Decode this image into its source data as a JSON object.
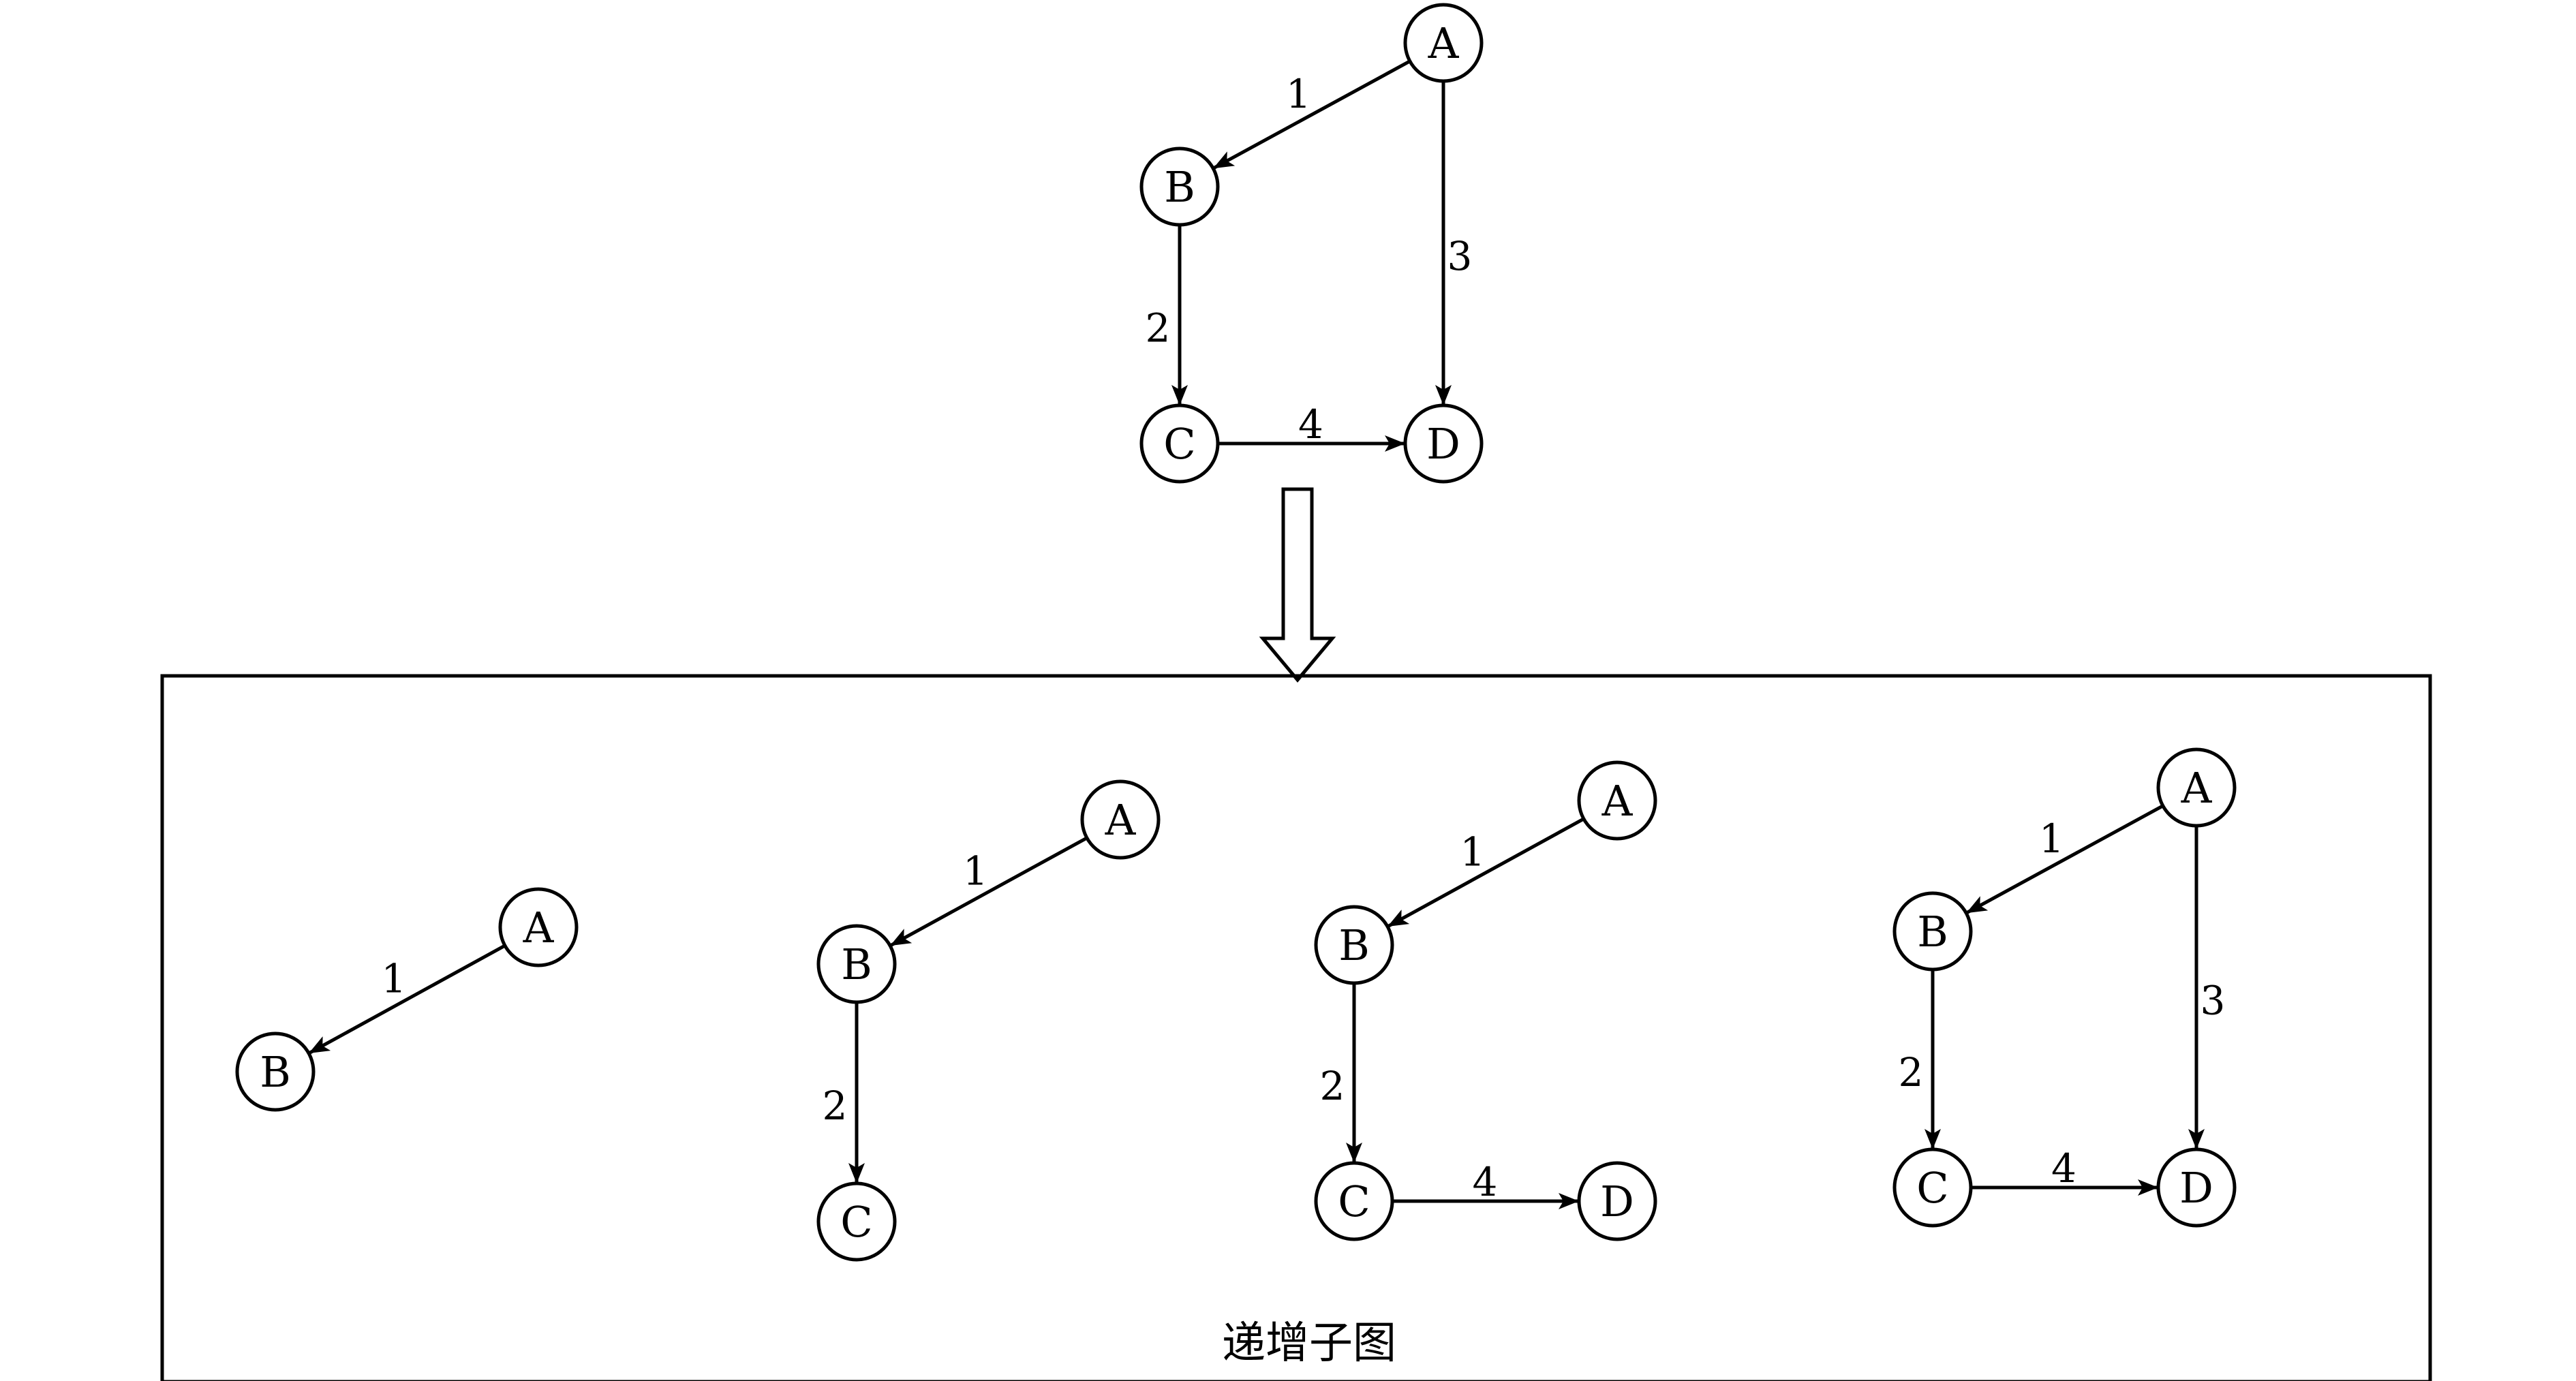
{
  "original_graph": {
    "nodes": [
      "A",
      "B",
      "C",
      "D"
    ],
    "edges": [
      {
        "from": "A",
        "to": "B",
        "weight": "1"
      },
      {
        "from": "B",
        "to": "C",
        "weight": "2"
      },
      {
        "from": "A",
        "to": "D",
        "weight": "3"
      },
      {
        "from": "C",
        "to": "D",
        "weight": "4"
      }
    ]
  },
  "subgraphs": [
    {
      "nodes": [
        "A",
        "B"
      ],
      "edges": [
        {
          "from": "A",
          "to": "B",
          "weight": "1"
        }
      ]
    },
    {
      "nodes": [
        "A",
        "B",
        "C"
      ],
      "edges": [
        {
          "from": "A",
          "to": "B",
          "weight": "1"
        },
        {
          "from": "B",
          "to": "C",
          "weight": "2"
        }
      ]
    },
    {
      "nodes": [
        "A",
        "B",
        "C",
        "D"
      ],
      "edges": [
        {
          "from": "A",
          "to": "B",
          "weight": "1"
        },
        {
          "from": "B",
          "to": "C",
          "weight": "2"
        },
        {
          "from": "C",
          "to": "D",
          "weight": "4"
        }
      ]
    },
    {
      "nodes": [
        "A",
        "B",
        "C",
        "D"
      ],
      "edges": [
        {
          "from": "A",
          "to": "B",
          "weight": "1"
        },
        {
          "from": "B",
          "to": "C",
          "weight": "2"
        },
        {
          "from": "A",
          "to": "D",
          "weight": "3"
        },
        {
          "from": "C",
          "to": "D",
          "weight": "4"
        }
      ]
    }
  ],
  "caption": "递增子图"
}
